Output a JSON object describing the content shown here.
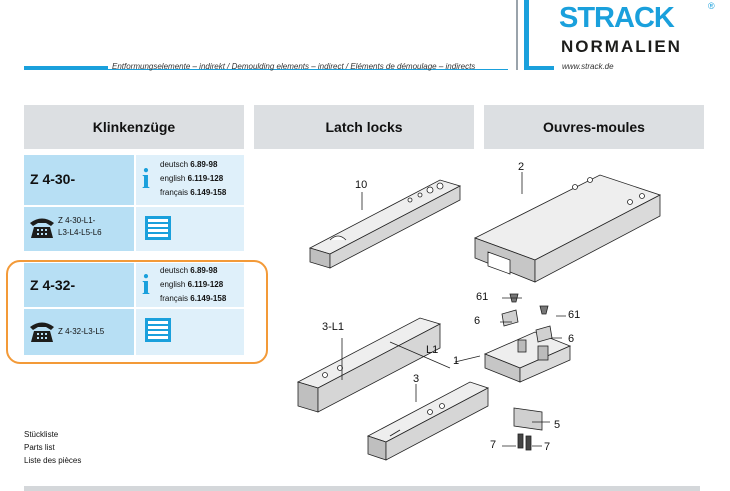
{
  "header": {
    "caption": "Entformungselemente – indirekt / Demoulding elements – indirect / Eléments de démoulage – indirects",
    "website": "www.strack.de",
    "logo_top": "STRACK",
    "logo_reg": "®",
    "logo_bottom": "NORMALIEN",
    "accent_color": "#1aa0dc"
  },
  "columns": [
    {
      "label": "Klinkenzüge"
    },
    {
      "label": "Latch locks"
    },
    {
      "label": "Ouvres-moules"
    }
  ],
  "products": [
    {
      "code": "Z 4-30-",
      "lang": [
        {
          "name": "deutsch",
          "pages": "6.89-98"
        },
        {
          "name": "english",
          "pages": "6.119-128"
        },
        {
          "name": "français",
          "pages": "6.149-158"
        }
      ],
      "sub_code_1": "Z 4-30-L1-",
      "sub_code_2": "L3-L4-L5-L6",
      "phone_icon": "phone-icon",
      "catalog_icon": "catalog-icon"
    },
    {
      "code": "Z 4-32-",
      "lang": [
        {
          "name": "deutsch",
          "pages": "6.89-98"
        },
        {
          "name": "english",
          "pages": "6.119-128"
        },
        {
          "name": "français",
          "pages": "6.149-158"
        }
      ],
      "sub_code_1": "Z 4-32-L3-L5",
      "phone_icon": "phone-icon",
      "catalog_icon": "catalog-icon",
      "highlight_color": "#f39a38"
    }
  ],
  "parts_list": [
    "Stückliste",
    "Parts list",
    "Liste des pièces"
  ],
  "drawing_labels": {
    "p10": "10",
    "p2": "2",
    "p61a": "61",
    "p61b": "61",
    "p6a": "6",
    "p6b": "6",
    "p3L1": "3-L1",
    "pL1": "L1",
    "p1": "1",
    "p3": "3",
    "p5": "5",
    "p7a": "7",
    "p7b": "7"
  }
}
